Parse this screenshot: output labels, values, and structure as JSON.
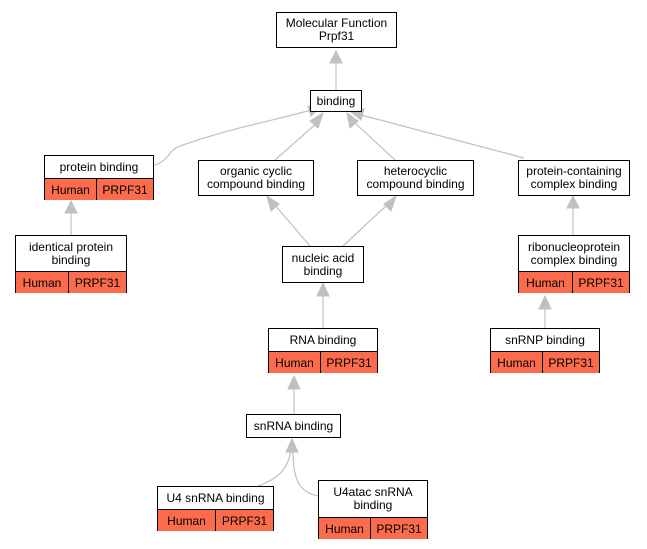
{
  "nodes": {
    "mf": {
      "label": "Molecular Function\nPrpf31"
    },
    "binding": {
      "label": "binding"
    },
    "protein_binding": {
      "label": "protein binding",
      "species": "Human",
      "gene": "PRPF31"
    },
    "organic_cyclic": {
      "label": "organic cyclic\ncompound binding"
    },
    "heterocyclic": {
      "label": "heterocyclic\ncompound binding"
    },
    "protein_containing": {
      "label": "protein-containing\ncomplex binding"
    },
    "identical_protein": {
      "label": "identical protein\nbinding",
      "species": "Human",
      "gene": "PRPF31"
    },
    "nucleic_acid": {
      "label": "nucleic acid\nbinding"
    },
    "ribonucleoprotein": {
      "label": "ribonucleoprotein\ncomplex binding",
      "species": "Human",
      "gene": "PRPF31"
    },
    "rna_binding": {
      "label": "RNA binding",
      "species": "Human",
      "gene": "PRPF31"
    },
    "snrnp": {
      "label": "snRNP binding",
      "species": "Human",
      "gene": "PRPF31"
    },
    "snrna": {
      "label": "snRNA binding"
    },
    "u4": {
      "label": "U4 snRNA binding",
      "species": "Human",
      "gene": "PRPF31"
    },
    "u4atac": {
      "label": "U4atac snRNA\nbinding",
      "species": "Human",
      "gene": "PRPF31"
    }
  },
  "colors": {
    "annotation_fill": "#fb6b4c",
    "edge": "#c0c0c0",
    "border": "#000000"
  }
}
